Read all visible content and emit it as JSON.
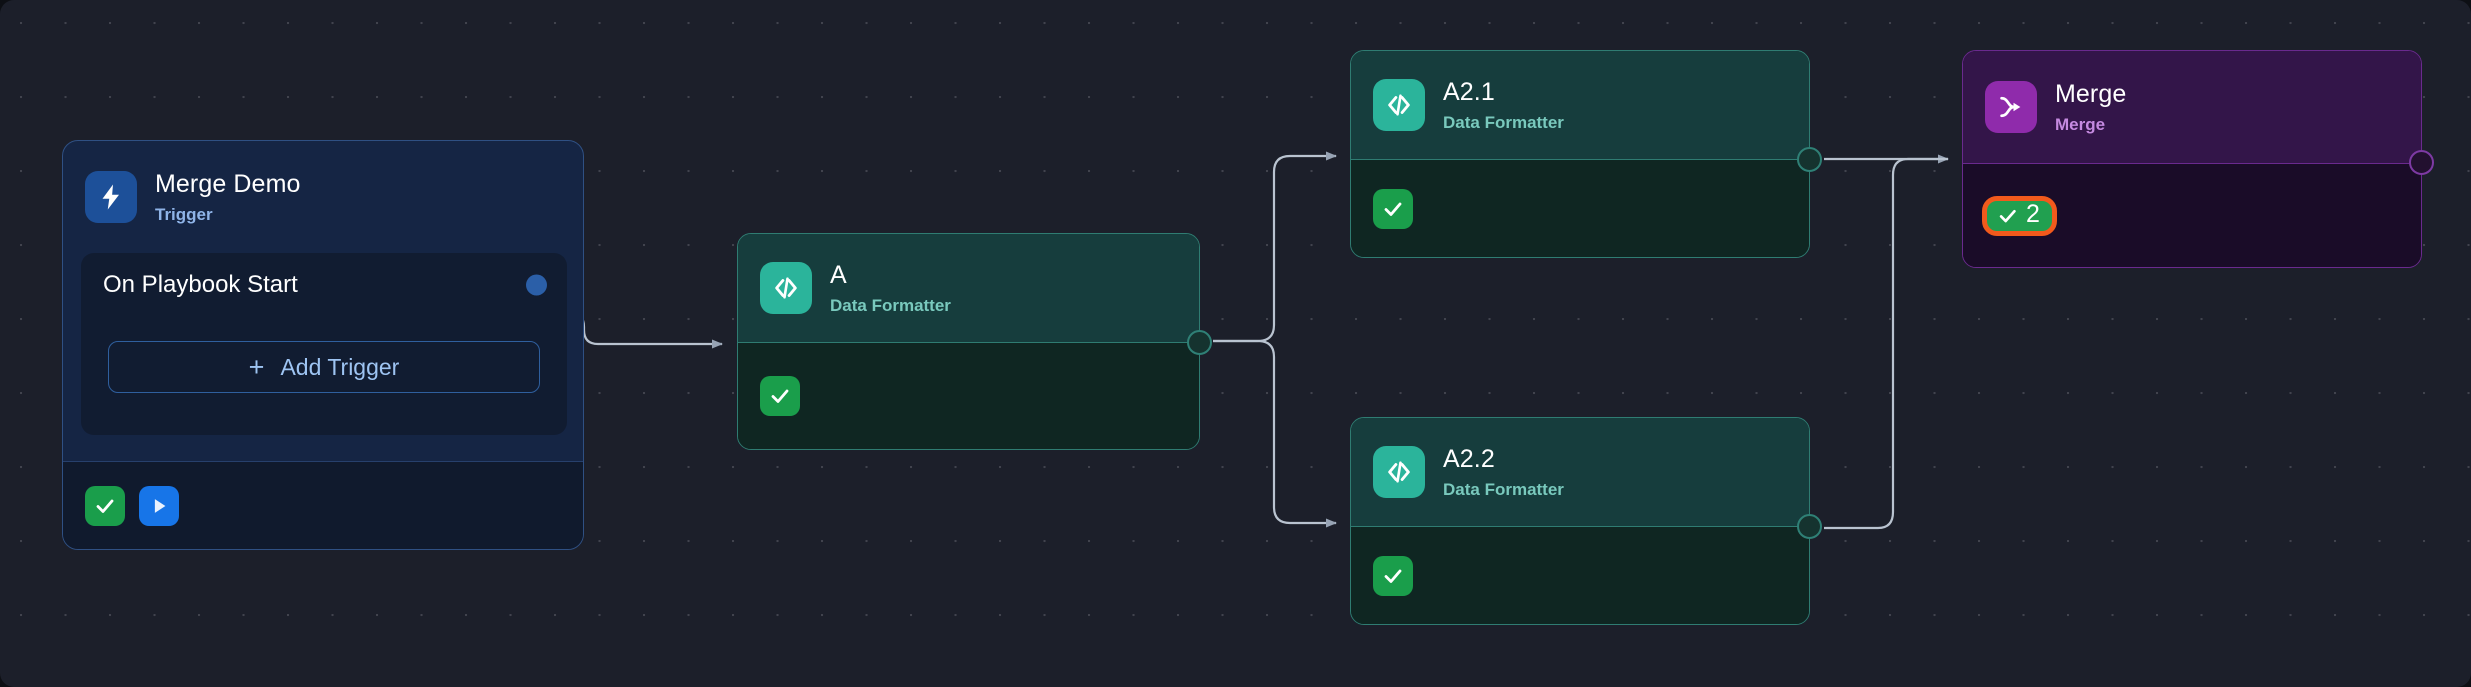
{
  "canvas": {
    "background_color": "#1c1f2a",
    "grid": "dot-grid"
  },
  "nodes": [
    {
      "id": "trigger",
      "title": "Merge Demo",
      "subtitle": "Trigger",
      "icon": "lightning-bolt-icon",
      "accent_color": "#1d5099",
      "rows": [
        {
          "label": "On Playbook Start",
          "port": "output-port"
        }
      ],
      "add_button": {
        "label": "Add Trigger",
        "plus": "+"
      },
      "footer_chips": [
        {
          "name": "status-check-chip",
          "glyph": "check-icon",
          "color": "#1a9e4b"
        },
        {
          "name": "run-play-chip",
          "glyph": "play-icon",
          "color": "#1775e8"
        }
      ]
    },
    {
      "id": "a",
      "title": "A",
      "subtitle": "Data Formatter",
      "icon": "code-brackets-icon",
      "accent_color": "#2bb49b",
      "footer_chips": [
        {
          "name": "status-check-chip",
          "glyph": "check-icon",
          "color": "#1a9e4b"
        }
      ]
    },
    {
      "id": "a21",
      "title": "A2.1",
      "subtitle": "Data Formatter",
      "icon": "code-brackets-icon",
      "accent_color": "#2bb49b",
      "footer_chips": [
        {
          "name": "status-check-chip",
          "glyph": "check-icon",
          "color": "#1a9e4b"
        }
      ]
    },
    {
      "id": "a22",
      "title": "A2.2",
      "subtitle": "Data Formatter",
      "icon": "code-brackets-icon",
      "accent_color": "#2bb49b",
      "footer_chips": [
        {
          "name": "status-check-chip",
          "glyph": "check-icon",
          "color": "#1a9e4b"
        }
      ]
    },
    {
      "id": "merge",
      "title": "Merge",
      "subtitle": "Merge",
      "icon": "merge-arrow-icon",
      "accent_color": "#8f2bab",
      "badge": {
        "name": "merge-count-badge",
        "glyph": "check-icon",
        "count": "2",
        "fill_color": "#21a050",
        "ring_color": "#f25a1c"
      }
    }
  ],
  "edges": [
    {
      "from": "trigger.On Playbook Start",
      "to": "a"
    },
    {
      "from": "a",
      "to": "a21"
    },
    {
      "from": "a",
      "to": "a22"
    },
    {
      "from": "a21",
      "to": "merge"
    },
    {
      "from": "a22",
      "to": "merge"
    }
  ]
}
